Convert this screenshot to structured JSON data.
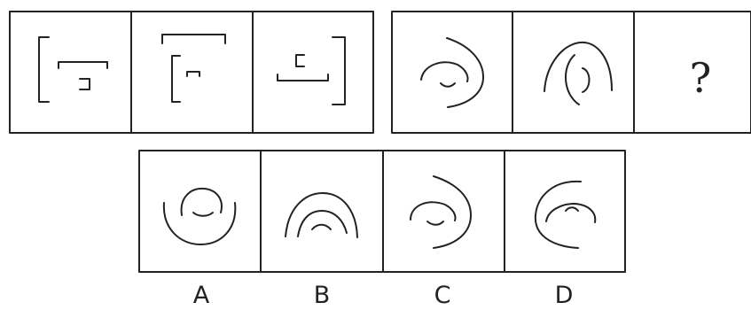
{
  "colors": {
    "stroke": "#222222",
    "background": "#ffffff"
  },
  "question_row": {
    "group_1": {
      "cells": [
        {
          "shape": "large-left-bracket-with-small-bracket-and-t-bar"
        },
        {
          "shape": "top-bar-over-left-bracket-with-small-corner"
        },
        {
          "shape": "right-bracket-with-small-bracket-and-cup-bar"
        }
      ]
    },
    "group_2": {
      "cells": [
        {
          "shape": "right-arc-with-small-oval-and-smile"
        },
        {
          "shape": "top-arch-with-left-curve-and-small-oval"
        },
        {
          "shape": "unknown",
          "text": "?"
        }
      ]
    }
  },
  "options": [
    {
      "label": "A",
      "shape": "bottom-cup-arc-with-oval-and-smile"
    },
    {
      "label": "B",
      "shape": "nested-top-arches"
    },
    {
      "label": "C",
      "shape": "right-arc-with-oval-and-smile"
    },
    {
      "label": "D",
      "shape": "left-arc-with-oval-and-small-arc"
    }
  ]
}
